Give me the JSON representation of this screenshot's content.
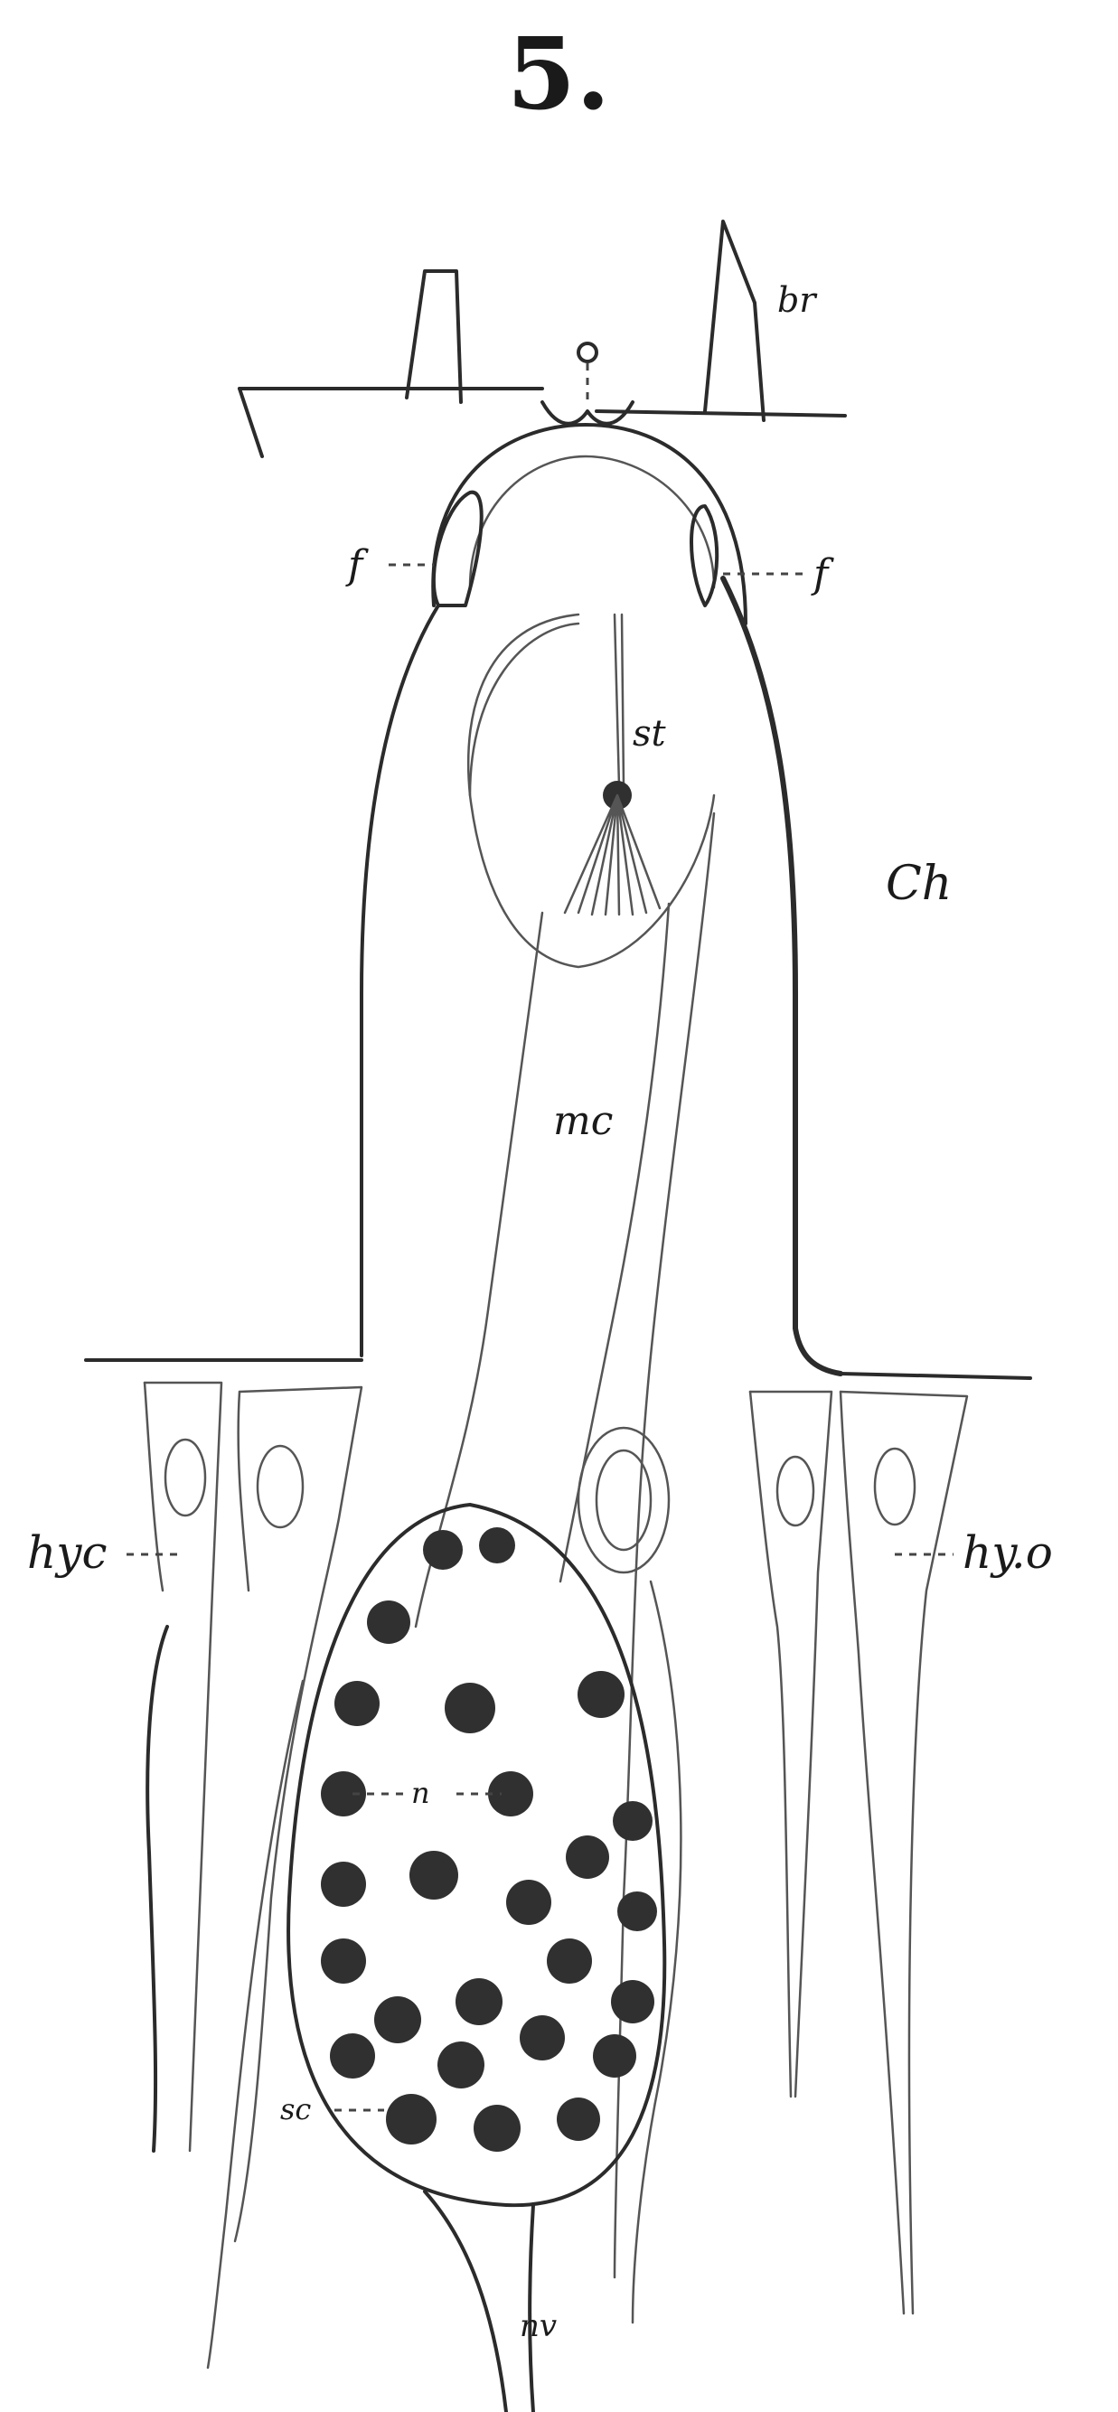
{
  "figure_number": "5.",
  "labels": {
    "br": "br",
    "o": "o",
    "f_left": "f",
    "f_right": "f",
    "st": "st",
    "ch": "Ch",
    "mc": "mc",
    "hyc": "hyc",
    "hyo": "hy.o",
    "n": "n",
    "sc": "sc",
    "nv": "nv"
  },
  "colors": {
    "ink": "#2b2b2b",
    "background": "#ffffff",
    "nucleus": "#303030"
  }
}
